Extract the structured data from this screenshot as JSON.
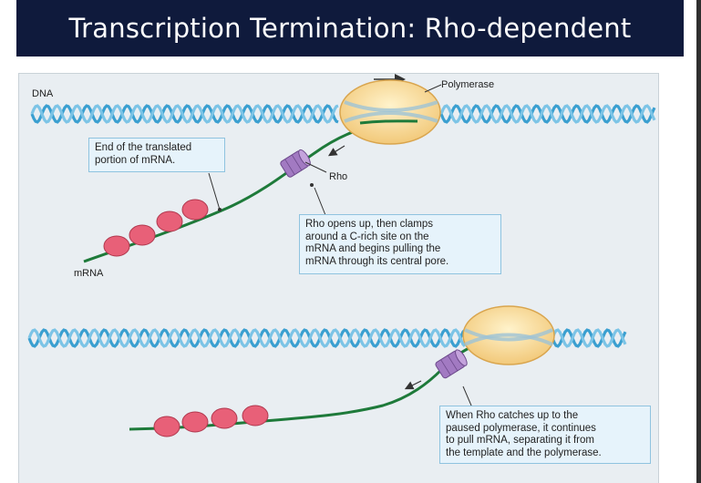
{
  "title": "Transcription Termination: Rho-dependent",
  "labels": {
    "dna": "DNA",
    "polymerase": "Polymerase",
    "rho": "Rho",
    "mrna": "mRNA"
  },
  "callouts": {
    "end_translated": "End of the translated\nportion of mRNA.",
    "rho_opens": "Rho opens up, then clamps\naround a C-rich site on the\nmRNA and begins pulling the\nmRNA through its central pore.",
    "rho_catches": "When Rho catches up to the\npaused polymerase, it continues\nto pull mRNA, separating it from\nthe template and the polymerase."
  },
  "colors": {
    "title_bg": "#0f1a3c",
    "dna_blue": "#3a9fd0",
    "mrna_green": "#1e7a3a",
    "polymerase": "#f7dc9b",
    "rho_purple": "#a27ac2",
    "ribosome_pink": "#e86078",
    "callout_bg": "#e6f3fb"
  }
}
